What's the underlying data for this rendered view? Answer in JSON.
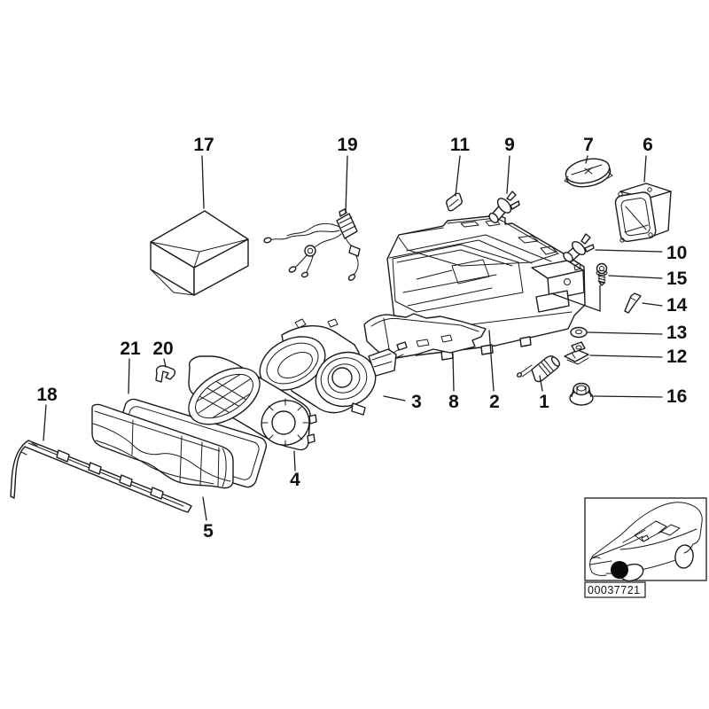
{
  "diagram_type": "exploded-parts-diagram",
  "subject": "headlight-assembly",
  "colors": {
    "background": "#ffffff",
    "line": "#1b1b1b",
    "text": "#111111",
    "marker": "#000000"
  },
  "callouts": [
    {
      "label": "1",
      "part": "adjusting-motor"
    },
    {
      "label": "2",
      "part": "headlight-housing"
    },
    {
      "label": "3",
      "part": "reflector-unit"
    },
    {
      "label": "4",
      "part": "inner-bezel"
    },
    {
      "label": "5",
      "part": "headlight-lens"
    },
    {
      "label": "6",
      "part": "rear-cover"
    },
    {
      "label": "7",
      "part": "cover-cap"
    },
    {
      "label": "8",
      "part": "cover-plate"
    },
    {
      "label": "9",
      "part": "bulb-with-holder"
    },
    {
      "label": "10",
      "part": "bulb-with-holder"
    },
    {
      "label": "11",
      "part": "small-bulb"
    },
    {
      "label": "12",
      "part": "retaining-clip"
    },
    {
      "label": "13",
      "part": "washer"
    },
    {
      "label": "14",
      "part": "angle-bracket"
    },
    {
      "label": "15",
      "part": "screw"
    },
    {
      "label": "16",
      "part": "flange-nut"
    },
    {
      "label": "17",
      "part": "carton-box"
    },
    {
      "label": "18",
      "part": "trim-strip"
    },
    {
      "label": "19",
      "part": "wiring-harness"
    },
    {
      "label": "20",
      "part": "clip"
    },
    {
      "label": "21",
      "part": "lens-gasket"
    }
  ],
  "inset": {
    "code": "00037721",
    "image": "car-silhouette-with-headlight-marker"
  }
}
